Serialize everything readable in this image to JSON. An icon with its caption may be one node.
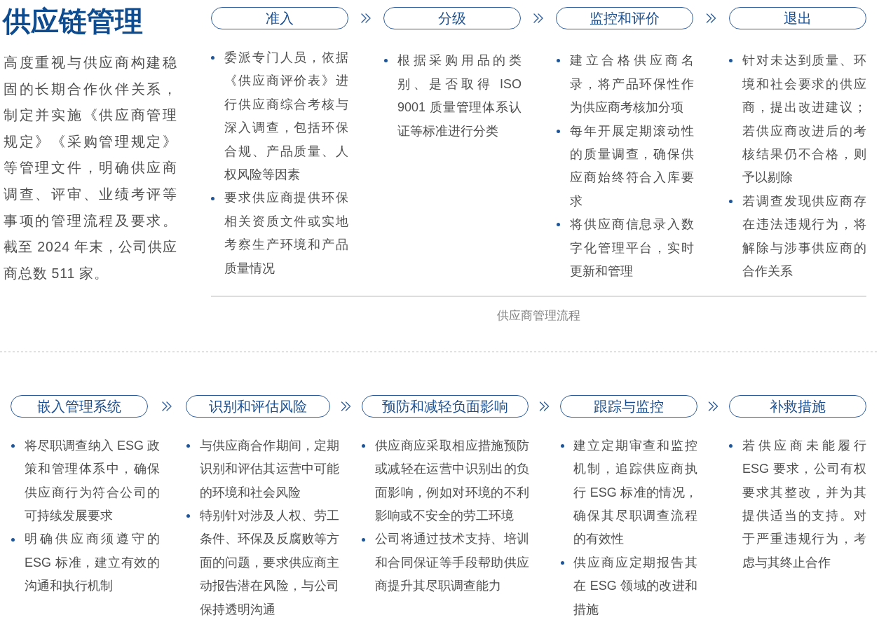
{
  "diagram": {
    "title": "供应链管理",
    "nodes": [
      {
        "text": [
          "准入"
        ],
        "beside": [
          "委派专门人员，依据《供应商评价表》进行供应商综合考核与深入调查，包括环保合规、产品质量、人权风险等因素",
          "要求供应商提供环保相关资质文件或实地考察生产环境和产品质量情况"
        ]
      },
      {
        "text": [
          "分级"
        ],
        "beside": [
          "根据采购用品的类别、是否取得 ISO 9001 质量管理体系认证等标准进行分类"
        ]
      },
      {
        "text": [
          "监控和评价"
        ],
        "beside": [
          "建立合格供应商名录，将产品环保性作为供应商考核加分项",
          "每年开展定期滚动性的质量调查，确保供应商始终符合入库要求",
          "将供应商信息录入数字化管理平台，实时更新和管理"
        ]
      },
      {
        "text": [
          "退出"
        ],
        "beside": [
          "针对未达到质量、环境和社会要求的供应商，提出改进建议；若供应商改进后的考核结果仍不合格，则予以剔除",
          "若调查发现供应商存在违法违规行为，将解除与涉事供应商的合作关系"
        ]
      },
      {
        "text": [
          "嵌入管理系统"
        ],
        "beside": [
          "将尽职调查纳入 ESG 政策和管理体系中，确保供应商行为符合公司的可持续发展要求",
          "明确供应商须遵守的 ESG 标准，建立有效的沟通和执行机制"
        ]
      },
      {
        "text": [
          "识别和评估风险"
        ],
        "beside": [
          "与供应商合作期间，定期识别和评估其运营中可能的环境和社会风险",
          "特别针对涉及人权、劳工条件、环保及反腐败等方面的问题，要求供应商主动报告潜在风险，与公司保持透明沟通"
        ]
      },
      {
        "text": [
          "预防和减轻负面影响"
        ],
        "beside": [
          "供应商应采取相应措施预防或减轻在运营中识别出的负面影响，例如对环境的不利影响或不安全的劳工环境",
          "公司将通过技术支持、培训和合同保证等手段帮助供应商提升其尽职调查能力"
        ]
      },
      {
        "text": [
          "跟踪与监控"
        ],
        "beside": [
          "建立定期审查和监控机制，追踪供应商执行 ESG 标准的情况，确保其尽职调查流程的有效性",
          "供应商应定期报告其在 ESG 领域的改进和措施"
        ]
      },
      {
        "text": [
          "补救措施"
        ],
        "beside": [
          "若供应商未能履行 ESG 要求，公司有权要求其整改，并为其提供适当的支持。对于严重违规行为，考虑与其终止合作"
        ]
      }
    ],
    "edges": [
      {
        "from": 0,
        "to": 1,
        "arrow": "to"
      },
      {
        "from": 1,
        "to": 2,
        "arrow": "to"
      },
      {
        "from": 2,
        "to": 3,
        "arrow": "to"
      },
      {
        "from": 4,
        "to": 5,
        "arrow": "to"
      },
      {
        "from": 5,
        "to": 6,
        "arrow": "to"
      },
      {
        "from": 6,
        "to": 7,
        "arrow": "to"
      },
      {
        "from": 7,
        "to": 8,
        "arrow": "to"
      }
    ],
    "labels": [
      "高度重视与供应商构建稳固的长期合作伙伴关系，制定并实施《供应商管理规定》《采购管理规定》等管理文件，明确供应商调查、评审、业绩考评等事项的管理流程及要求。截至 2024 年末，公司供应商总数 511 家。",
      "供应商管理流程"
    ]
  }
}
